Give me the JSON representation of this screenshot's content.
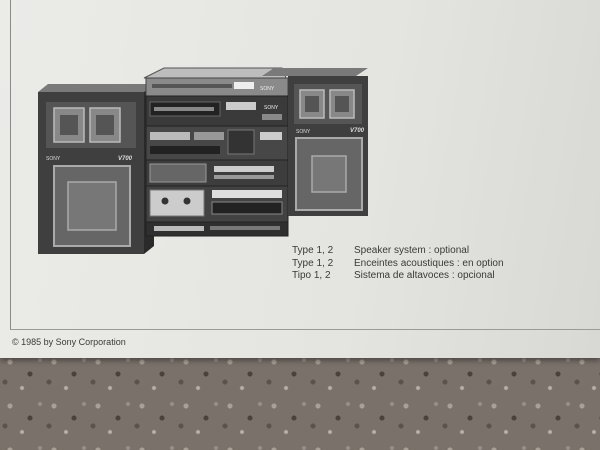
{
  "illustration": {
    "brand_labels": [
      "SONY",
      "SONY",
      "SONY",
      "SONY"
    ],
    "model_label": "V700"
  },
  "captions": [
    {
      "type": "Type 1, 2",
      "text": "Speaker system :  optional"
    },
    {
      "type": "Type 1, 2",
      "text": "Enceintes acoustiques :  en option"
    },
    {
      "type": "Tipo 1, 2",
      "text": "Sistema de altavoces :  opcional"
    }
  ],
  "copyright": "© 1985 by Sony Corporation",
  "colors": {
    "paper": "#e6e6e2",
    "ink": "#3a3a3a",
    "unit_dark": "#3d3d3d"
  }
}
